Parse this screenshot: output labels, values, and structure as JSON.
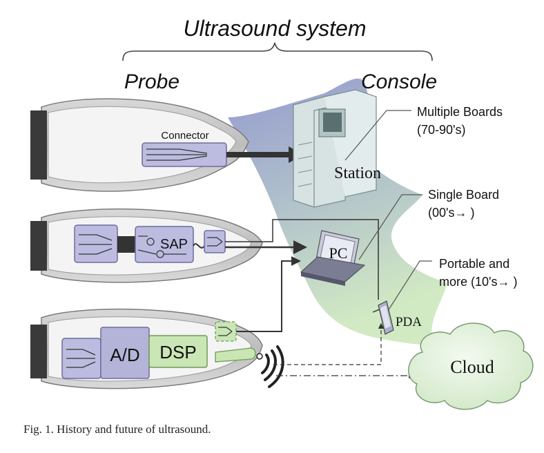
{
  "diagram": {
    "title": "Ultrasound system",
    "probe_label": "Probe",
    "console_label": "Console",
    "connector_label": "Connector",
    "sap_label": "SAP",
    "ad_label": "A/D",
    "dsp_label": "DSP",
    "station_label": "Station",
    "pc_label": "PC",
    "pda_label": "PDA",
    "cloud_label": "Cloud",
    "eras": [
      {
        "line1": "Multiple Boards",
        "line2": "(70-90's)"
      },
      {
        "line1": "Single Board",
        "line2": "(00's→ )"
      },
      {
        "line1": "Portable and",
        "line2": "more (10's→ )"
      }
    ],
    "colors": {
      "module": "#bcbce0",
      "module_stroke": "#6d6d9e",
      "dsp": "#c9e6b4",
      "dsp_stroke": "#6f9a5a",
      "flame_top": "#8f95cc",
      "flame_bottom": "#c8e6b9",
      "probe_shell": "#c9c9c9",
      "probe_inner": "#f4f4f4"
    }
  },
  "caption": "Fig. 1. History and future of ultrasound."
}
